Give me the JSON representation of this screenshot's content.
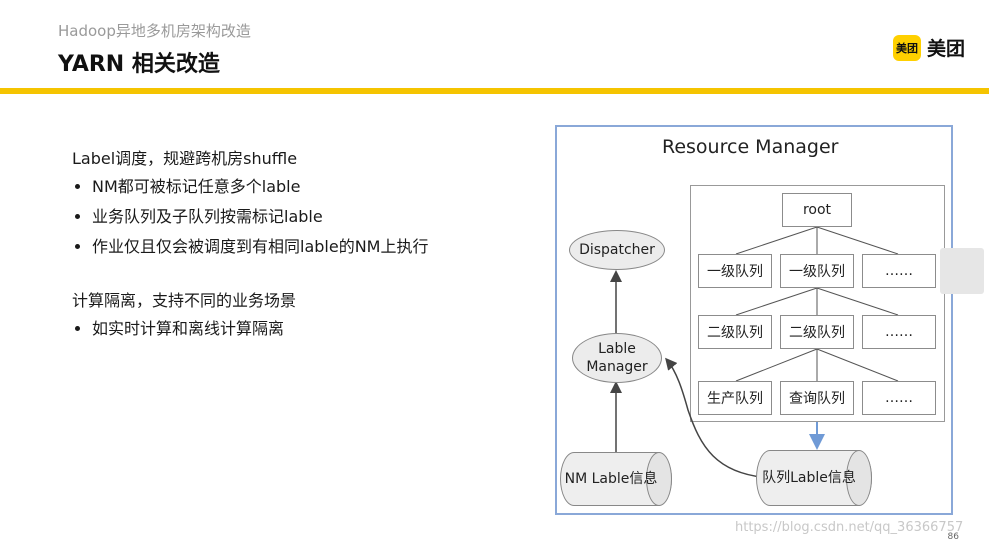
{
  "header": {
    "subtitle": "Hadoop异地多机房架构改造",
    "title": "YARN 相关改造",
    "logo_badge": "美团",
    "logo_text": "美团",
    "accent_color": "#f5c400"
  },
  "content": {
    "section1": {
      "heading": "Label调度，规避跨机房shuffle",
      "bullets": [
        "NM都可被标记任意多个lable",
        "业务队列及子队列按需标记lable",
        "作业仅且仅会被调度到有相同lable的NM上执行"
      ]
    },
    "section2": {
      "heading": "计算隔离，支持不同的业务场景",
      "bullets": [
        "如实时计算和离线计算隔离"
      ]
    }
  },
  "diagram": {
    "title": "Resource Manager",
    "root": "root",
    "level1": [
      "一级队列",
      "一级队列",
      "……"
    ],
    "level2": [
      "二级队列",
      "二级队列",
      "……"
    ],
    "level3": [
      "生产队列",
      "查询队列",
      "……"
    ],
    "dispatcher": "Dispatcher",
    "label_manager_line1": "Lable",
    "label_manager_line2": "Manager",
    "nm_label": "NM Lable信息",
    "queue_label": "队列Lable信息",
    "arrow_color": "#6f9ad6"
  },
  "footer": {
    "page_number": "86",
    "watermark": "https://blog.csdn.net/qq_36366757"
  }
}
